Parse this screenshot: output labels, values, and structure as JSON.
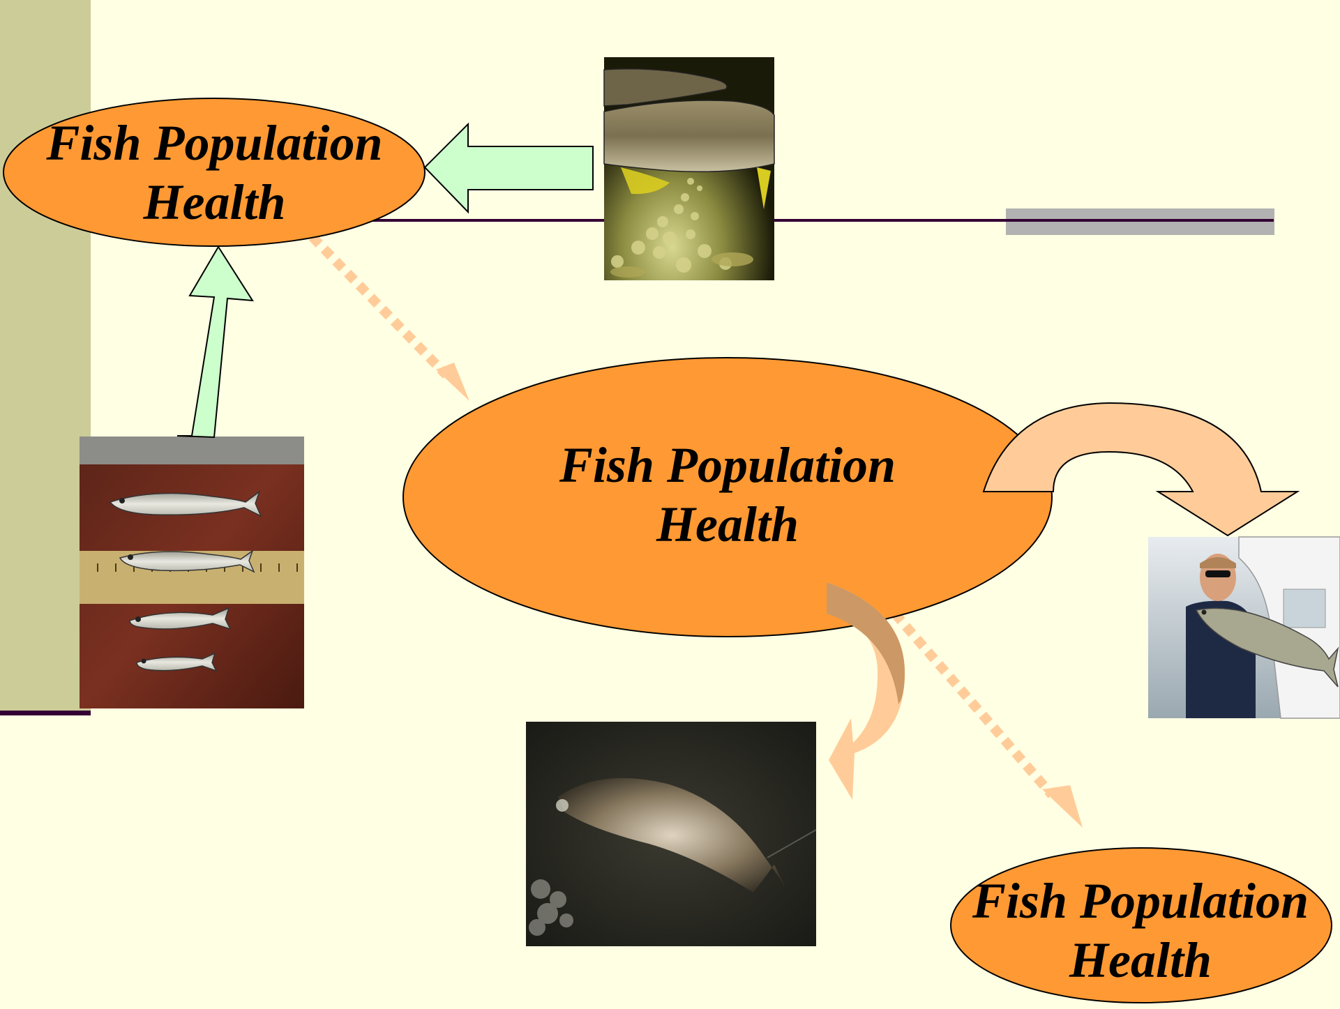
{
  "nodes": [
    {
      "id": "node-top-left",
      "line1": "Fish Population",
      "line2": "Health"
    },
    {
      "id": "node-center",
      "line1": "Fish Population",
      "line2": "Health"
    },
    {
      "id": "node-bottom-right",
      "line1": "Fish Population",
      "line2": "Health"
    }
  ],
  "photos": [
    {
      "id": "spawning-fish-photo",
      "icon": "spawning-fish"
    },
    {
      "id": "juvenile-fish-ruler-photo",
      "icon": "fish-on-ruler"
    },
    {
      "id": "angler-with-fish-photo",
      "icon": "angler"
    },
    {
      "id": "dead-fish-photo",
      "icon": "dead-fish"
    }
  ],
  "colors": {
    "background": "#ffffe3",
    "sidebar": "#cccc99",
    "ellipse_fill": "#ff9933",
    "green_arrow": "#ccffcc",
    "peach_arrow": "#ffcc99",
    "tan_arrow": "#cc9966",
    "dotted_arrow": "#ffcc99",
    "rule_line": "#330033",
    "gray_bar": "#b2b2b2"
  }
}
